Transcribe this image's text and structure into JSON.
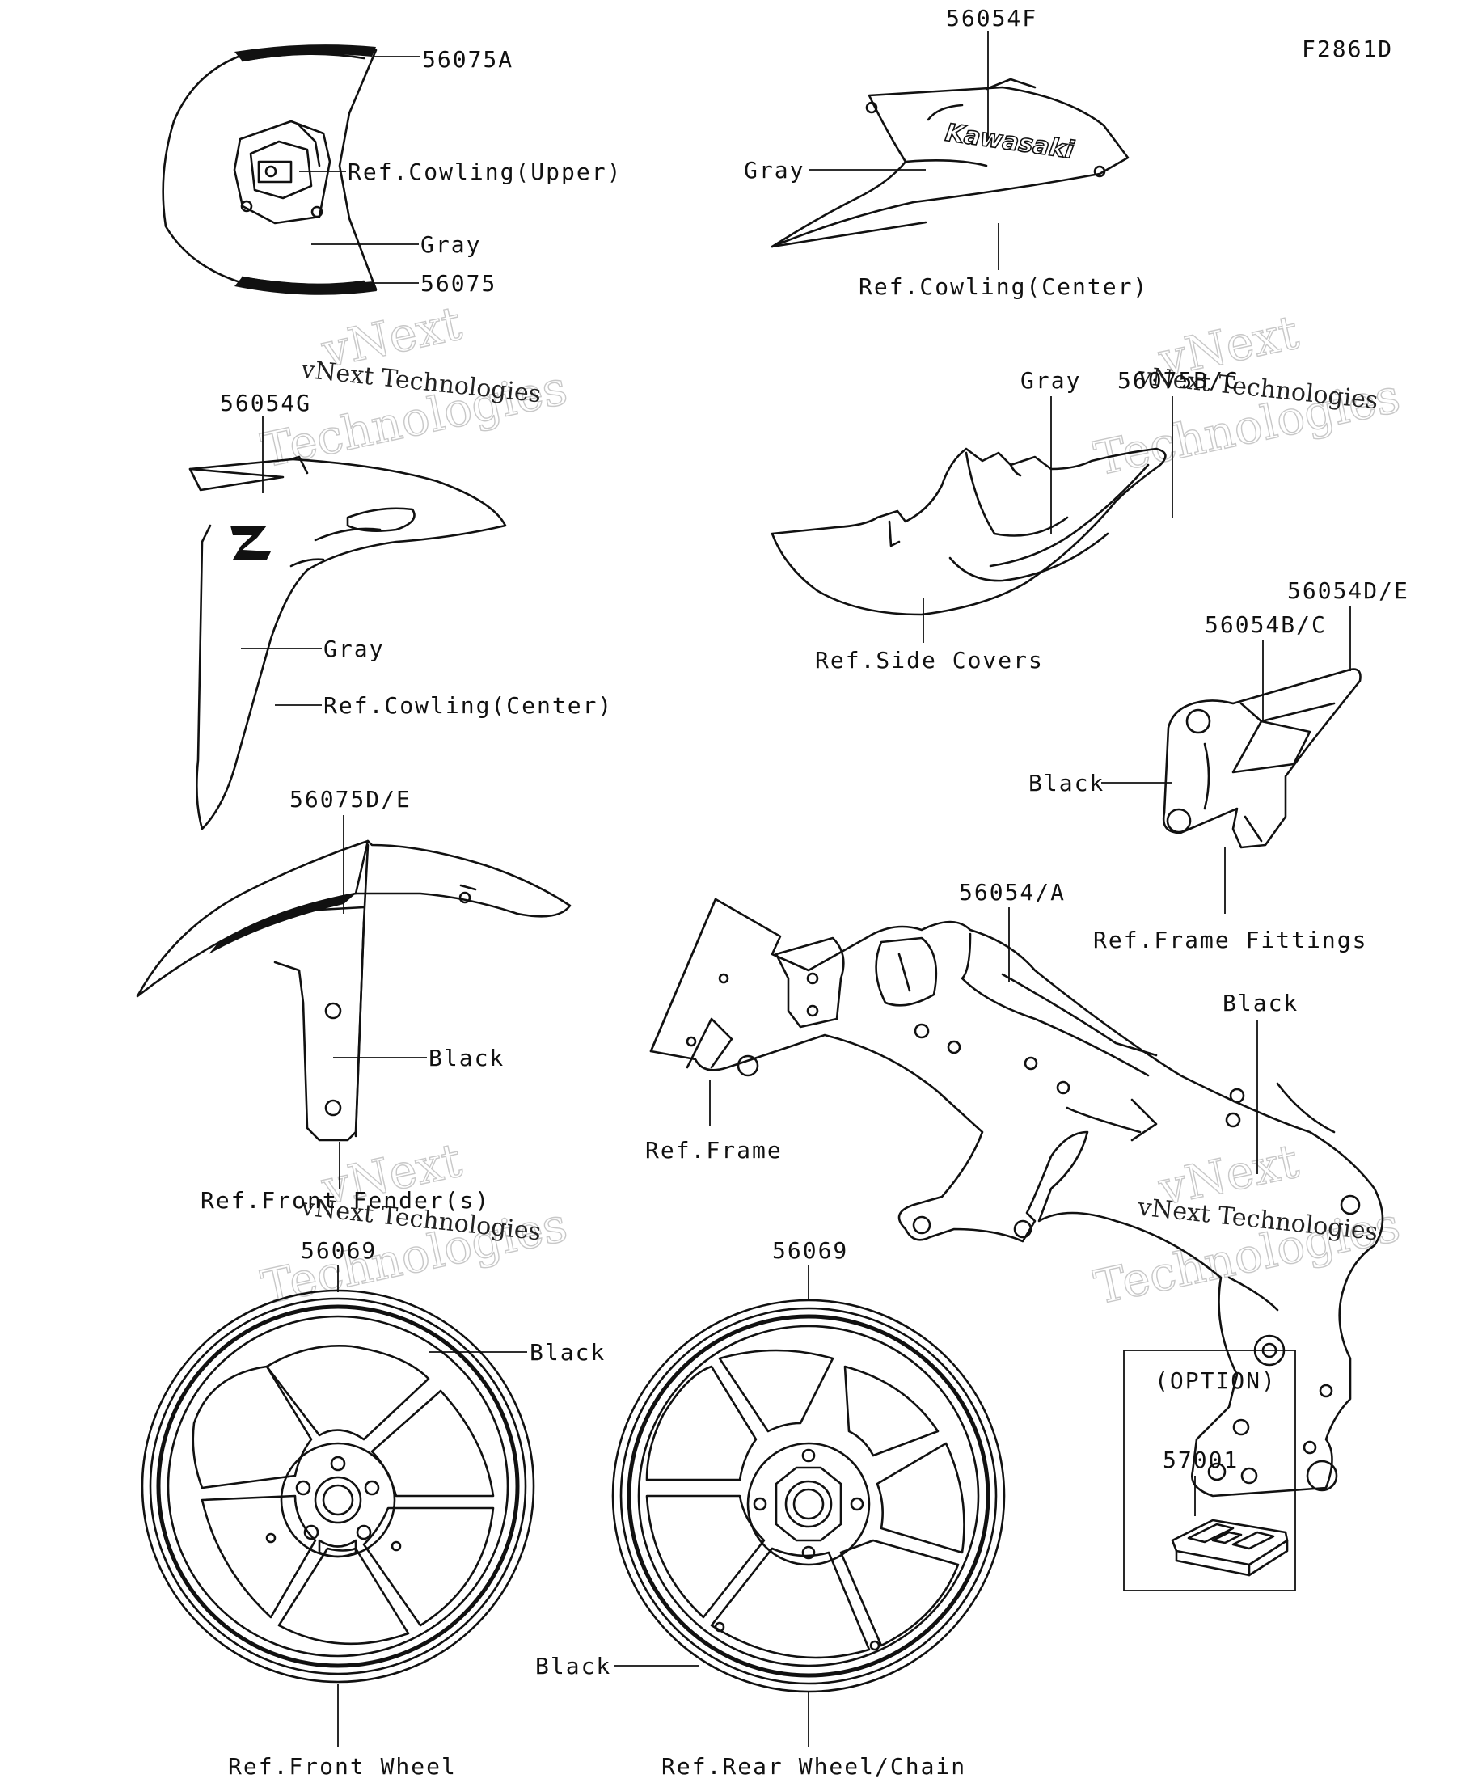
{
  "figure_code": "F2861D",
  "labels": {
    "p56075A": "56075A",
    "ref_cowling_upper": "Ref.Cowling(Upper)",
    "gray_1": "Gray",
    "p56075": "56075",
    "p56054F": "56054F",
    "gray_2": "Gray",
    "ref_cowling_center_1": "Ref.Cowling(Center)",
    "p56054G": "56054G",
    "gray_3": "Gray",
    "ref_cowling_center_2": "Ref.Cowling(Center)",
    "gray_4": "Gray",
    "p56075B_C": "56075B/C",
    "ref_side_covers": "Ref.Side Covers",
    "p56054D_E": "56054D/E",
    "p56054B_C": "56054B/C",
    "black_1": "Black",
    "ref_frame_fittings": "Ref.Frame Fittings",
    "p56075D_E": "56075D/E",
    "black_2": "Black",
    "ref_front_fenders": "Ref.Front Fender(s)",
    "p56054_A": "56054/A",
    "ref_frame": "Ref.Frame",
    "black_3": "Black",
    "p56069_front": "56069",
    "black_4": "Black",
    "p56069_rear": "56069",
    "black_5": "Black",
    "ref_front_wheel": "Ref.Front Wheel",
    "ref_rear_wheel_chain": "Ref.Rear Wheel/Chain",
    "option_title": "(OPTION)",
    "p57001": "57001"
  },
  "decal_text": {
    "kawasaki": "Kawasaki",
    "z_badge": "Z"
  },
  "watermark": {
    "line1": "vNext",
    "line2": "Technologies",
    "caption": "vNext Technologies"
  }
}
